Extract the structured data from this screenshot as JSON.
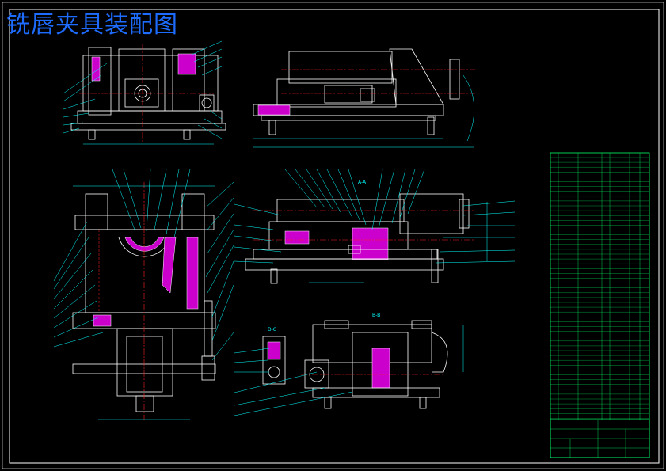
{
  "title": "铣唇夹具装配图",
  "colors": {
    "background": "#000000",
    "frame": "#ffffff",
    "outline": "#ffffff",
    "leader": "#00ffff",
    "centerline": "#ff2020",
    "section_fill": "#cc00cc",
    "dimension": "#00ffff",
    "title_text": "#1e6cff",
    "table_line": "#00ff66",
    "table_text": "#00ff66",
    "hidden": "#ffff00"
  },
  "views": {
    "section_b": {
      "label": "B-B"
    },
    "section_a": {
      "label": "A-A"
    },
    "detail_d": {
      "label": "D-C"
    }
  }
}
